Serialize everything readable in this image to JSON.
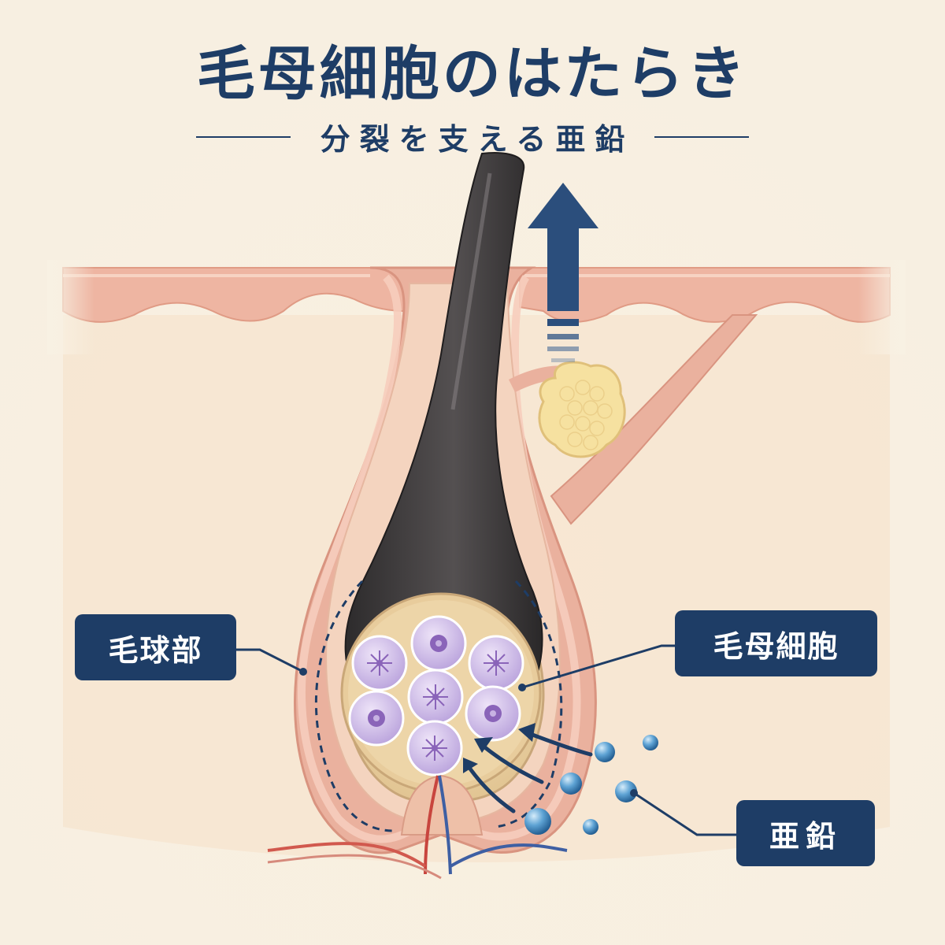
{
  "title": "毛母細胞のはたらき",
  "subtitle": "分裂を支える亜鉛",
  "labels": {
    "hair_bulb": "毛球部",
    "hair_matrix_cells": "毛母細胞",
    "zinc": "亜鉛"
  },
  "colors": {
    "background": "#f8f1e3",
    "navy": "#1e3d66",
    "skin": "#eeb8a5",
    "hair_shaft": "#3a3738",
    "cell": "#c9b6e4",
    "zinc_particle": "#3c85bd",
    "sebaceous_gland": "#f6e3a0"
  },
  "icons": {
    "growth_arrow": "arrow-up-icon",
    "zinc_flow": "curved-arrow-icon"
  }
}
